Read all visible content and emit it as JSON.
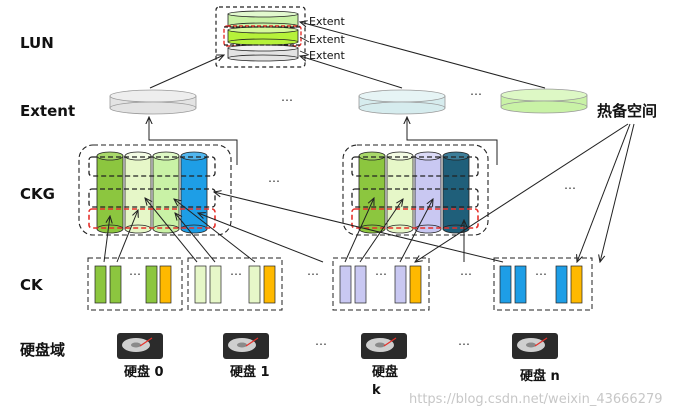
{
  "rows": {
    "lun": "LUN",
    "extent": "Extent",
    "ckg": "CKG",
    "ck": "CK",
    "disk_domain": "硬盘域"
  },
  "lun_extents": [
    "Extent",
    "Extent",
    "Extent"
  ],
  "hot_spare": "热备空间",
  "ellipsis": "…",
  "disks": [
    "硬盘 0",
    "硬盘 1",
    "硬盘",
    "k",
    "硬盘 n"
  ],
  "watermark": "https://blog.csdn.net/weixin_43666279",
  "colors": {
    "green": "#8cc63f",
    "light_green": "#e6f7c8",
    "lavender": "#c9c8f2",
    "dark_teal": "#1f5f7a",
    "blue": "#1e9ee6",
    "yellow": "#ffb900",
    "extent_gray": "#e3e3e3",
    "extent_blue": "#d6ecee",
    "extent_green": "#c9f2a6",
    "lun_red": "#e5312b"
  }
}
